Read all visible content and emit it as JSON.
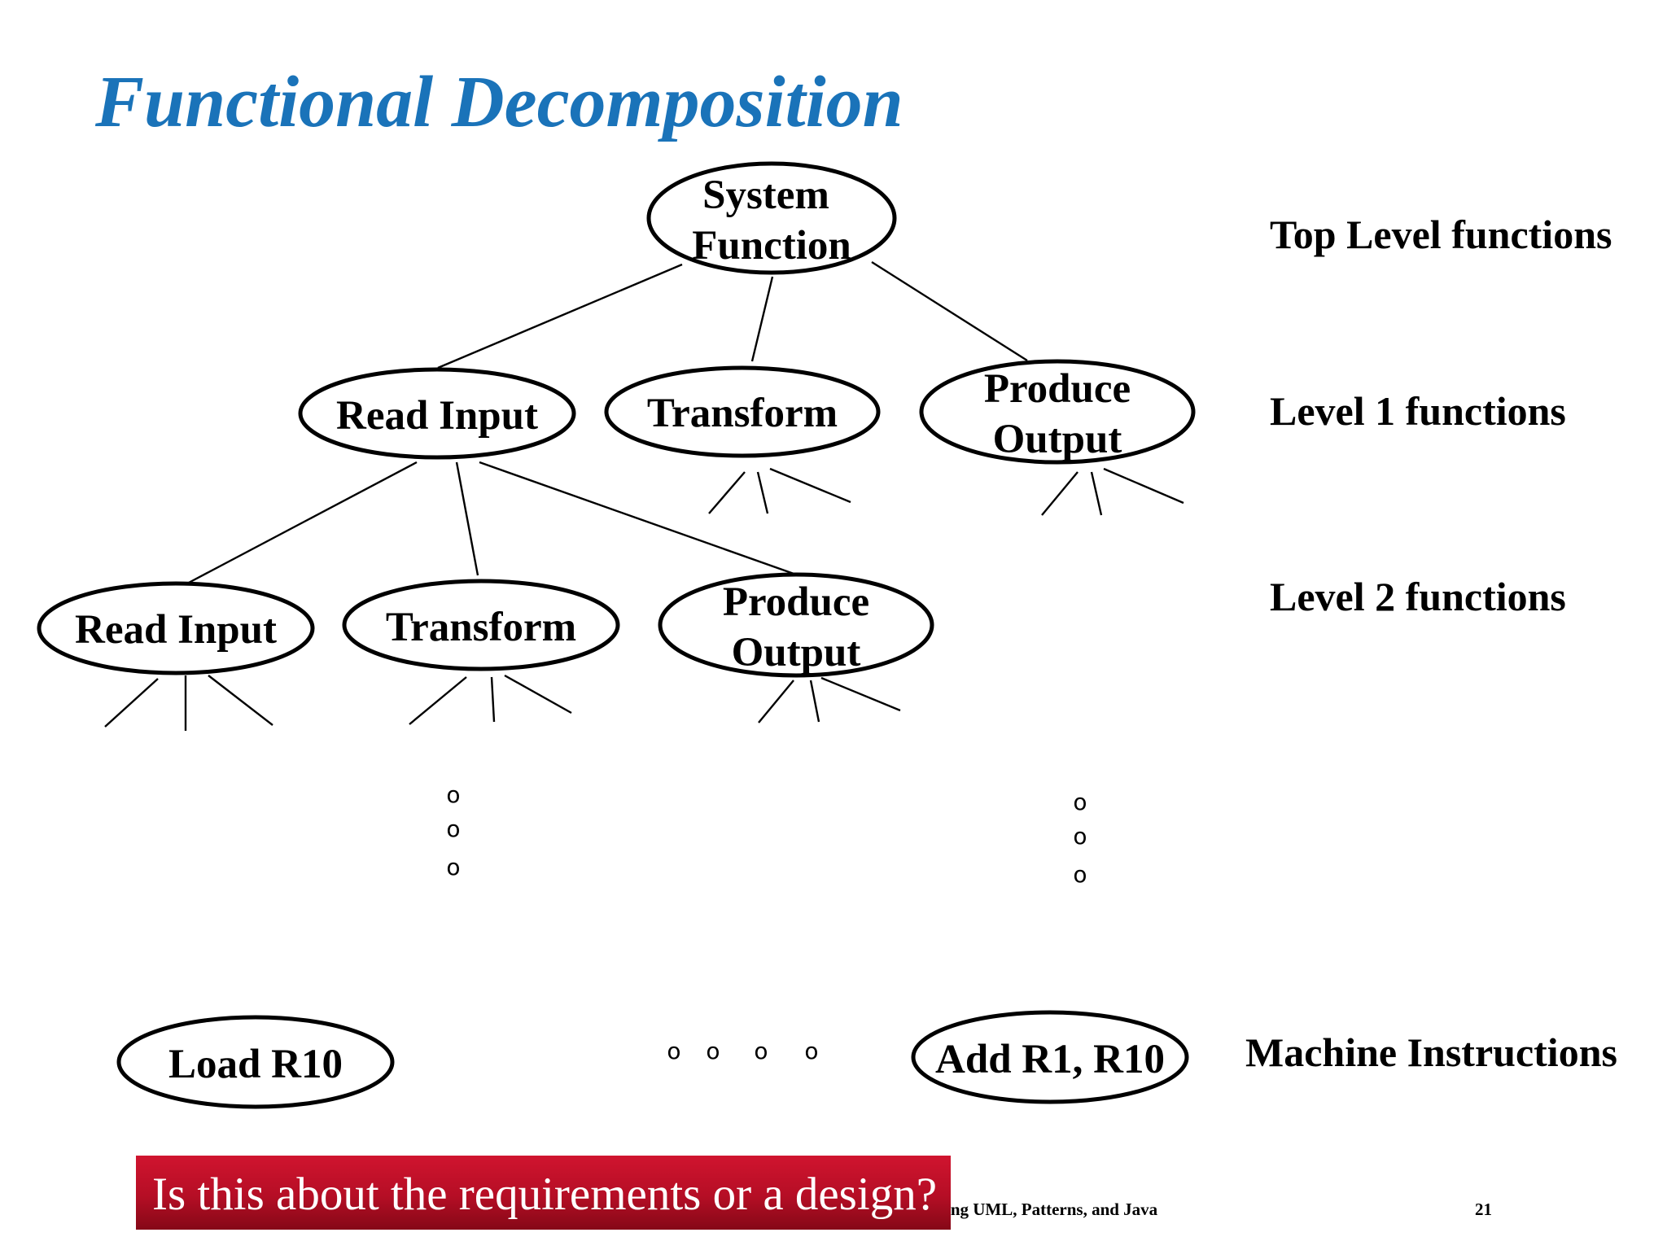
{
  "slide": {
    "title": "Functional Decomposition",
    "page_number": "21",
    "footer_partial": "ing UML, Patterns, and Java"
  },
  "nodes": {
    "system_function": [
      "System",
      "Function"
    ],
    "l1_read_input": "Read Input",
    "l1_transform": "Transform",
    "l1_produce_output": [
      "Produce",
      "Output"
    ],
    "l2_read_input": "Read Input",
    "l2_transform": "Transform",
    "l2_produce_output": [
      "Produce",
      "Output"
    ],
    "load_r10": "Load R10",
    "add_r1_r10": "Add R1, R10"
  },
  "levels": {
    "top": "Top Level functions",
    "level1": "Level 1  functions",
    "level2": "Level 2 functions",
    "machine": "Machine Instructions"
  },
  "ellipsis_mark": "o",
  "banner": {
    "text": "Is this about the requirements or a design?",
    "color_top": "#c8102e",
    "color_bottom": "#8a0a18"
  },
  "colors": {
    "title": "#1a73b9",
    "background": "#ffffff"
  }
}
